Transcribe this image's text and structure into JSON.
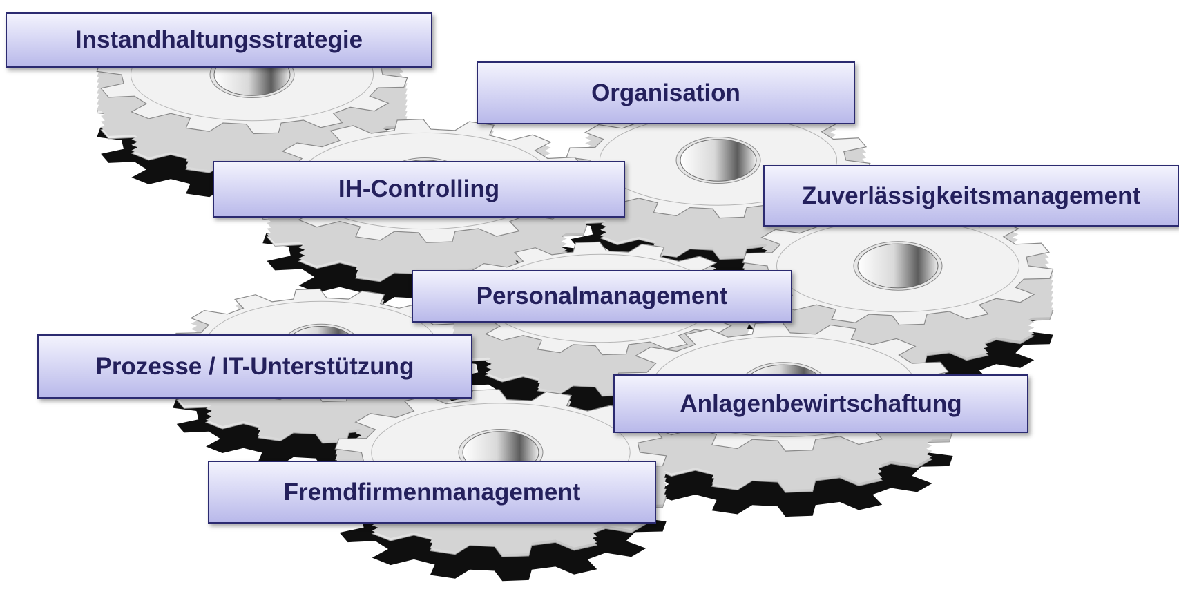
{
  "colors": {
    "label_text": "#24205c",
    "label_border": "#2b2a70",
    "label_fill_top": "#f3f3fd",
    "label_fill_bottom": "#b9b9ea",
    "gear_face": "#f2f2f2",
    "gear_side": "#d4d4d4",
    "gear_shadow": "#0f0f0f"
  },
  "labels": {
    "strategy": "Instandhaltungsstrategie",
    "organisation": "Organisation",
    "controlling": "IH-Controlling",
    "reliability": "Zuverlässigkeitsmanagement",
    "personnel": "Personalmanagement",
    "processes": "Prozesse / IT-Unterstützung",
    "assets": "Anlagenbewirtschaftung",
    "contractors": "Fremdfirmenmanagement"
  }
}
